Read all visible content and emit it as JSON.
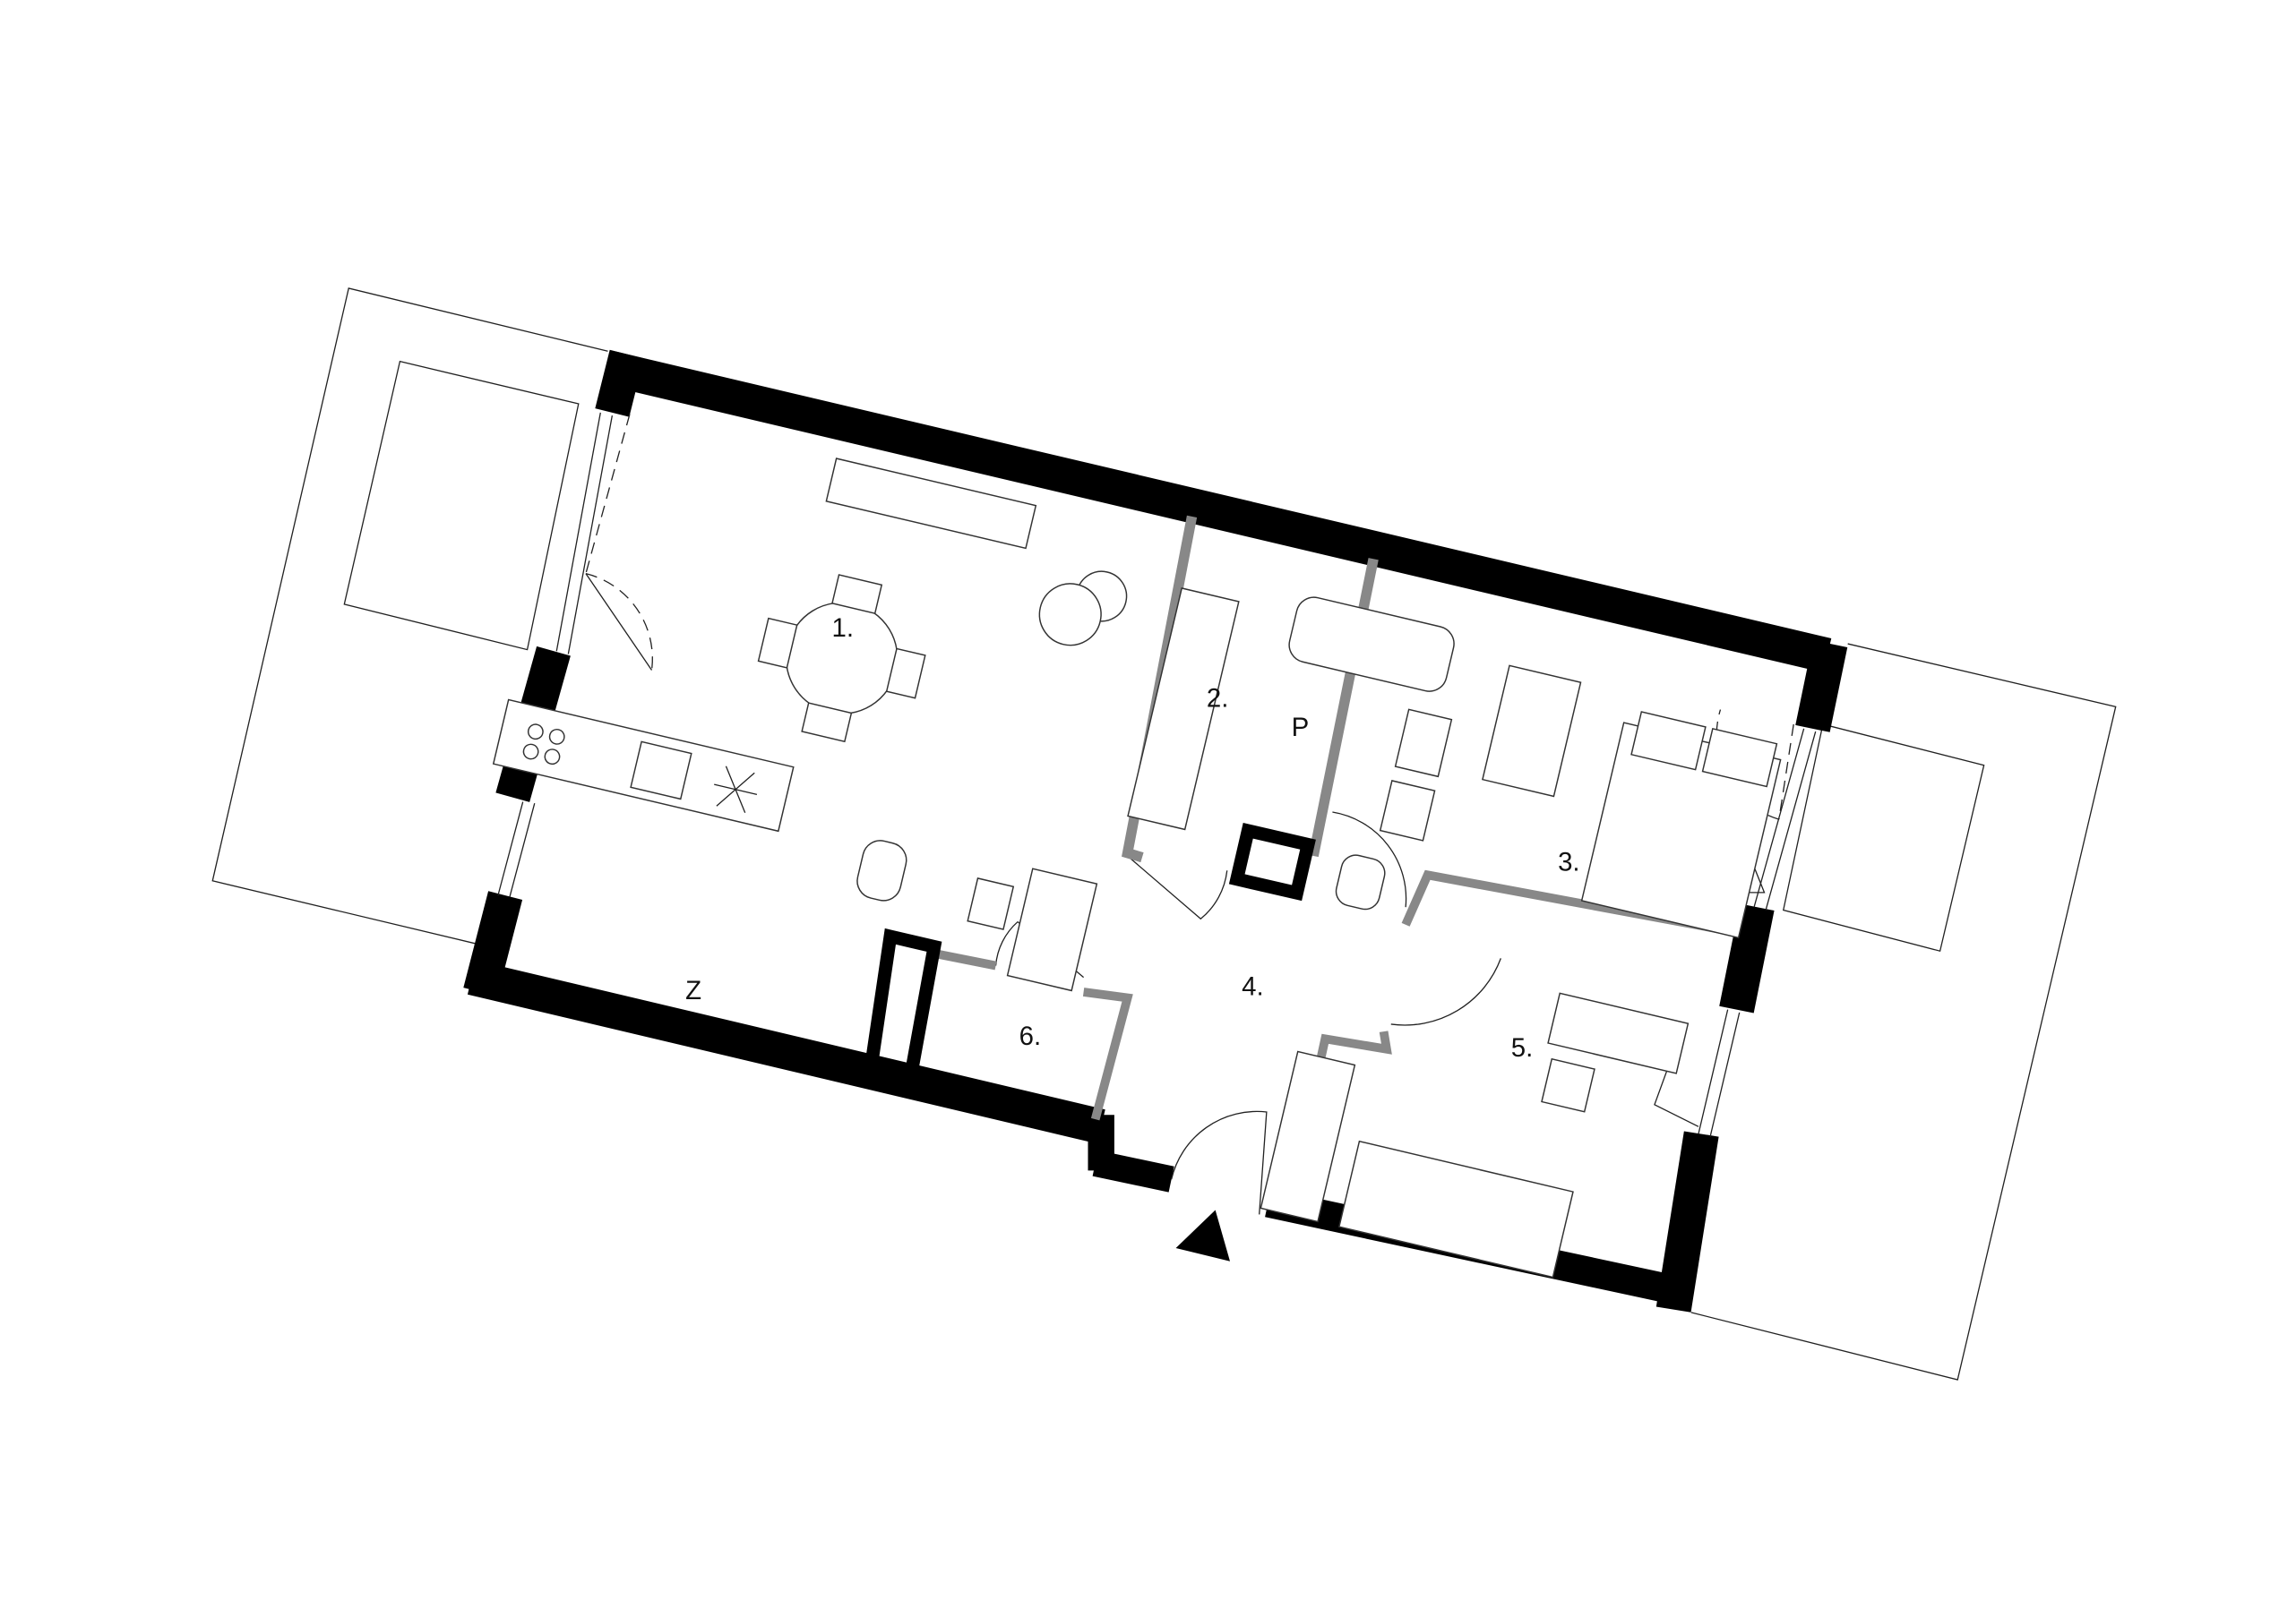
{
  "plan": {
    "rooms": [
      {
        "number": "1."
      },
      {
        "number": "2."
      },
      {
        "number": "3."
      },
      {
        "number": "4."
      },
      {
        "number": "5."
      },
      {
        "number": "6."
      }
    ],
    "symbols": {
      "fridge": "Z",
      "ventilation": "P"
    },
    "entrance_marker": "triangle-arrow"
  }
}
